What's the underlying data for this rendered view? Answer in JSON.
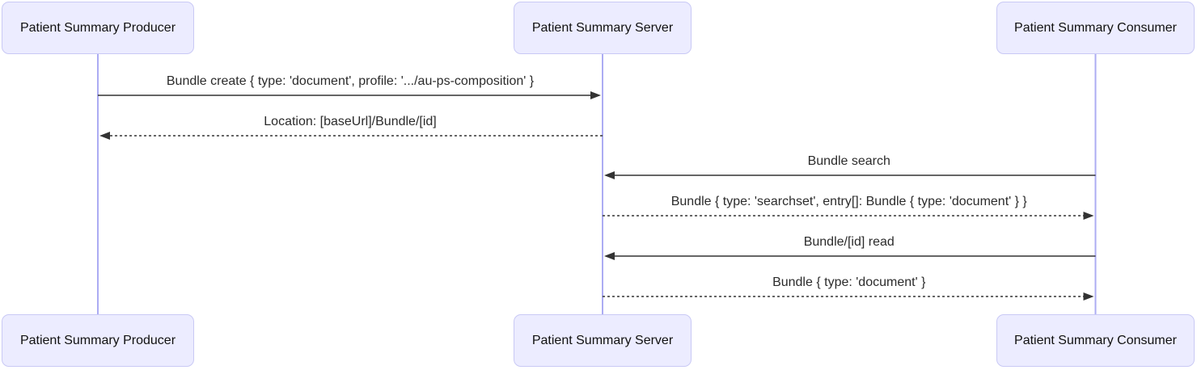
{
  "diagram": {
    "type": "sequence-diagram",
    "colors": {
      "background": "#FFFFFF",
      "actor_fill": "#ECECFF",
      "actor_border": "#C9C9F5",
      "lifeline": "#ACACF3",
      "message_line": "#333333",
      "message_text": "#2B2B2B"
    },
    "actors": [
      {
        "id": "producer",
        "label": "Patient Summary Producer"
      },
      {
        "id": "server",
        "label": "Patient Summary Server"
      },
      {
        "id": "consumer",
        "label": "Patient Summary Consumer"
      }
    ],
    "messages": [
      {
        "from": "producer",
        "to": "server",
        "style": "solid",
        "text": "Bundle create { type: 'document', profile: '.../au-ps-composition' }"
      },
      {
        "from": "server",
        "to": "producer",
        "style": "dashed",
        "text": "Location: [baseUrl]/Bundle/[id]"
      },
      {
        "from": "consumer",
        "to": "server",
        "style": "solid",
        "text": "Bundle search"
      },
      {
        "from": "server",
        "to": "consumer",
        "style": "dashed",
        "text": "Bundle { type: 'searchset', entry[]: Bundle { type: 'document' } }"
      },
      {
        "from": "consumer",
        "to": "server",
        "style": "solid",
        "text": "Bundle/[id] read"
      },
      {
        "from": "server",
        "to": "consumer",
        "style": "dashed",
        "text": "Bundle { type: 'document' }"
      }
    ]
  }
}
